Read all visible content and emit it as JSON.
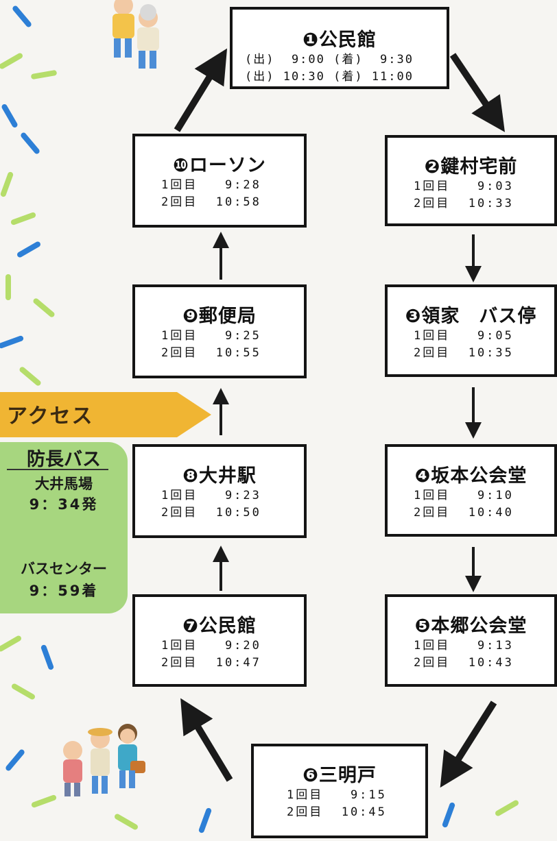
{
  "stops": [
    {
      "id": "stop-1",
      "name": "❶公民館",
      "times": [
        "(出)  9:00 (着)  9:30",
        "(出) 10:30 (着) 11:00"
      ]
    },
    {
      "id": "stop-2",
      "name": "❷鍵村宅前",
      "times": [
        "1回目   9:03",
        "2回目  10:33"
      ]
    },
    {
      "id": "stop-3",
      "name": "❸領家　バス停",
      "times": [
        "1回目   9:05",
        "2回目  10:35"
      ]
    },
    {
      "id": "stop-4",
      "name": "❹坂本公会堂",
      "times": [
        "1回目   9:10",
        "2回目  10:40"
      ]
    },
    {
      "id": "stop-5",
      "name": "❺本郷公会堂",
      "times": [
        "1回目   9:13",
        "2回目  10:43"
      ]
    },
    {
      "id": "stop-6",
      "name": "❻三明戸",
      "times": [
        "1回目   9:15",
        "2回目  10:45"
      ]
    },
    {
      "id": "stop-7",
      "name": "❼公民館",
      "times": [
        "1回目   9:20",
        "2回目  10:47"
      ]
    },
    {
      "id": "stop-8",
      "name": "❽大井駅",
      "times": [
        "1回目   9:23",
        "2回目  10:50"
      ]
    },
    {
      "id": "stop-9",
      "name": "❾郵便局",
      "times": [
        "1回目   9:25",
        "2回目  10:55"
      ]
    },
    {
      "id": "stop-10",
      "name": "❿ローソン",
      "times": [
        "1回目   9:28",
        "2回目  10:58"
      ]
    }
  ],
  "access": {
    "label": "アクセス",
    "bus_name": "防長バス",
    "from_stop": "大井馬場",
    "depart": "9：34発",
    "to_stop": "バスセンター",
    "arrive": "9：59着"
  },
  "colors": {
    "banner": "#f0b533",
    "access_box": "#a7d67f",
    "box_border": "#141414"
  }
}
